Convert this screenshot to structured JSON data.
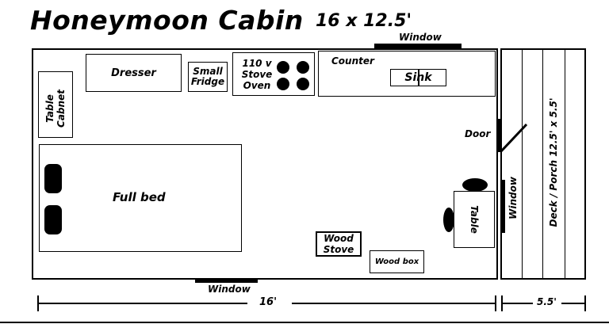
{
  "title": "Honeymoon Cabin",
  "dimensions": "16 x 12.5'",
  "rooms": {
    "dresser": "Dresser",
    "small_fridge_line1": "Small",
    "small_fridge_line2": "Fridge",
    "stove_line1": "110 v",
    "stove_line2": "Stove",
    "stove_line3": "Oven",
    "counter": "Counter",
    "sink": "Sink",
    "table_cabinet_line1": "Table",
    "table_cabinet_line2": "Cabnet",
    "door": "Door",
    "full_bed": "Full bed",
    "wood_stove_line1": "Wood",
    "wood_stove_line2": "Stove",
    "wood_box": "Wood box",
    "table": "Table",
    "window_top": "Window",
    "window_bottom": "Window",
    "window_side": "Window",
    "deck": "Deck / Porch 12.5' x 5.5'"
  },
  "measurements": {
    "cabin_length": "16'",
    "deck_length": "5.5'"
  }
}
